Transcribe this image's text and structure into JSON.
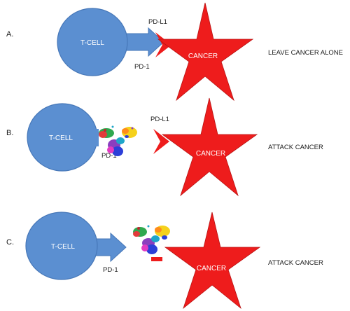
{
  "colors": {
    "tcell": "#5b8fd1",
    "tcell_stroke": "#4677b8",
    "cancer": "#ee1c1c",
    "cancer_stroke": "#b81414"
  },
  "panels": [
    {
      "letter": "A.",
      "tcell_label": "T-CELL",
      "pd1_label": "PD-1",
      "pdl1_label": "PD-L1",
      "cancer_label": "CANCER",
      "outcome": "LEAVE CANCER ALONE"
    },
    {
      "letter": "B.",
      "tcell_label": "T-CELL",
      "pd1_label": "PD-1",
      "pdl1_label": "PD-L1",
      "cancer_label": "CANCER",
      "outcome": "ATTACK CANCER"
    },
    {
      "letter": "C.",
      "tcell_label": "T-CELL",
      "pd1_label": "PD-1",
      "cancer_label": "CANCER",
      "outcome": "ATTACK CANCER"
    }
  ]
}
